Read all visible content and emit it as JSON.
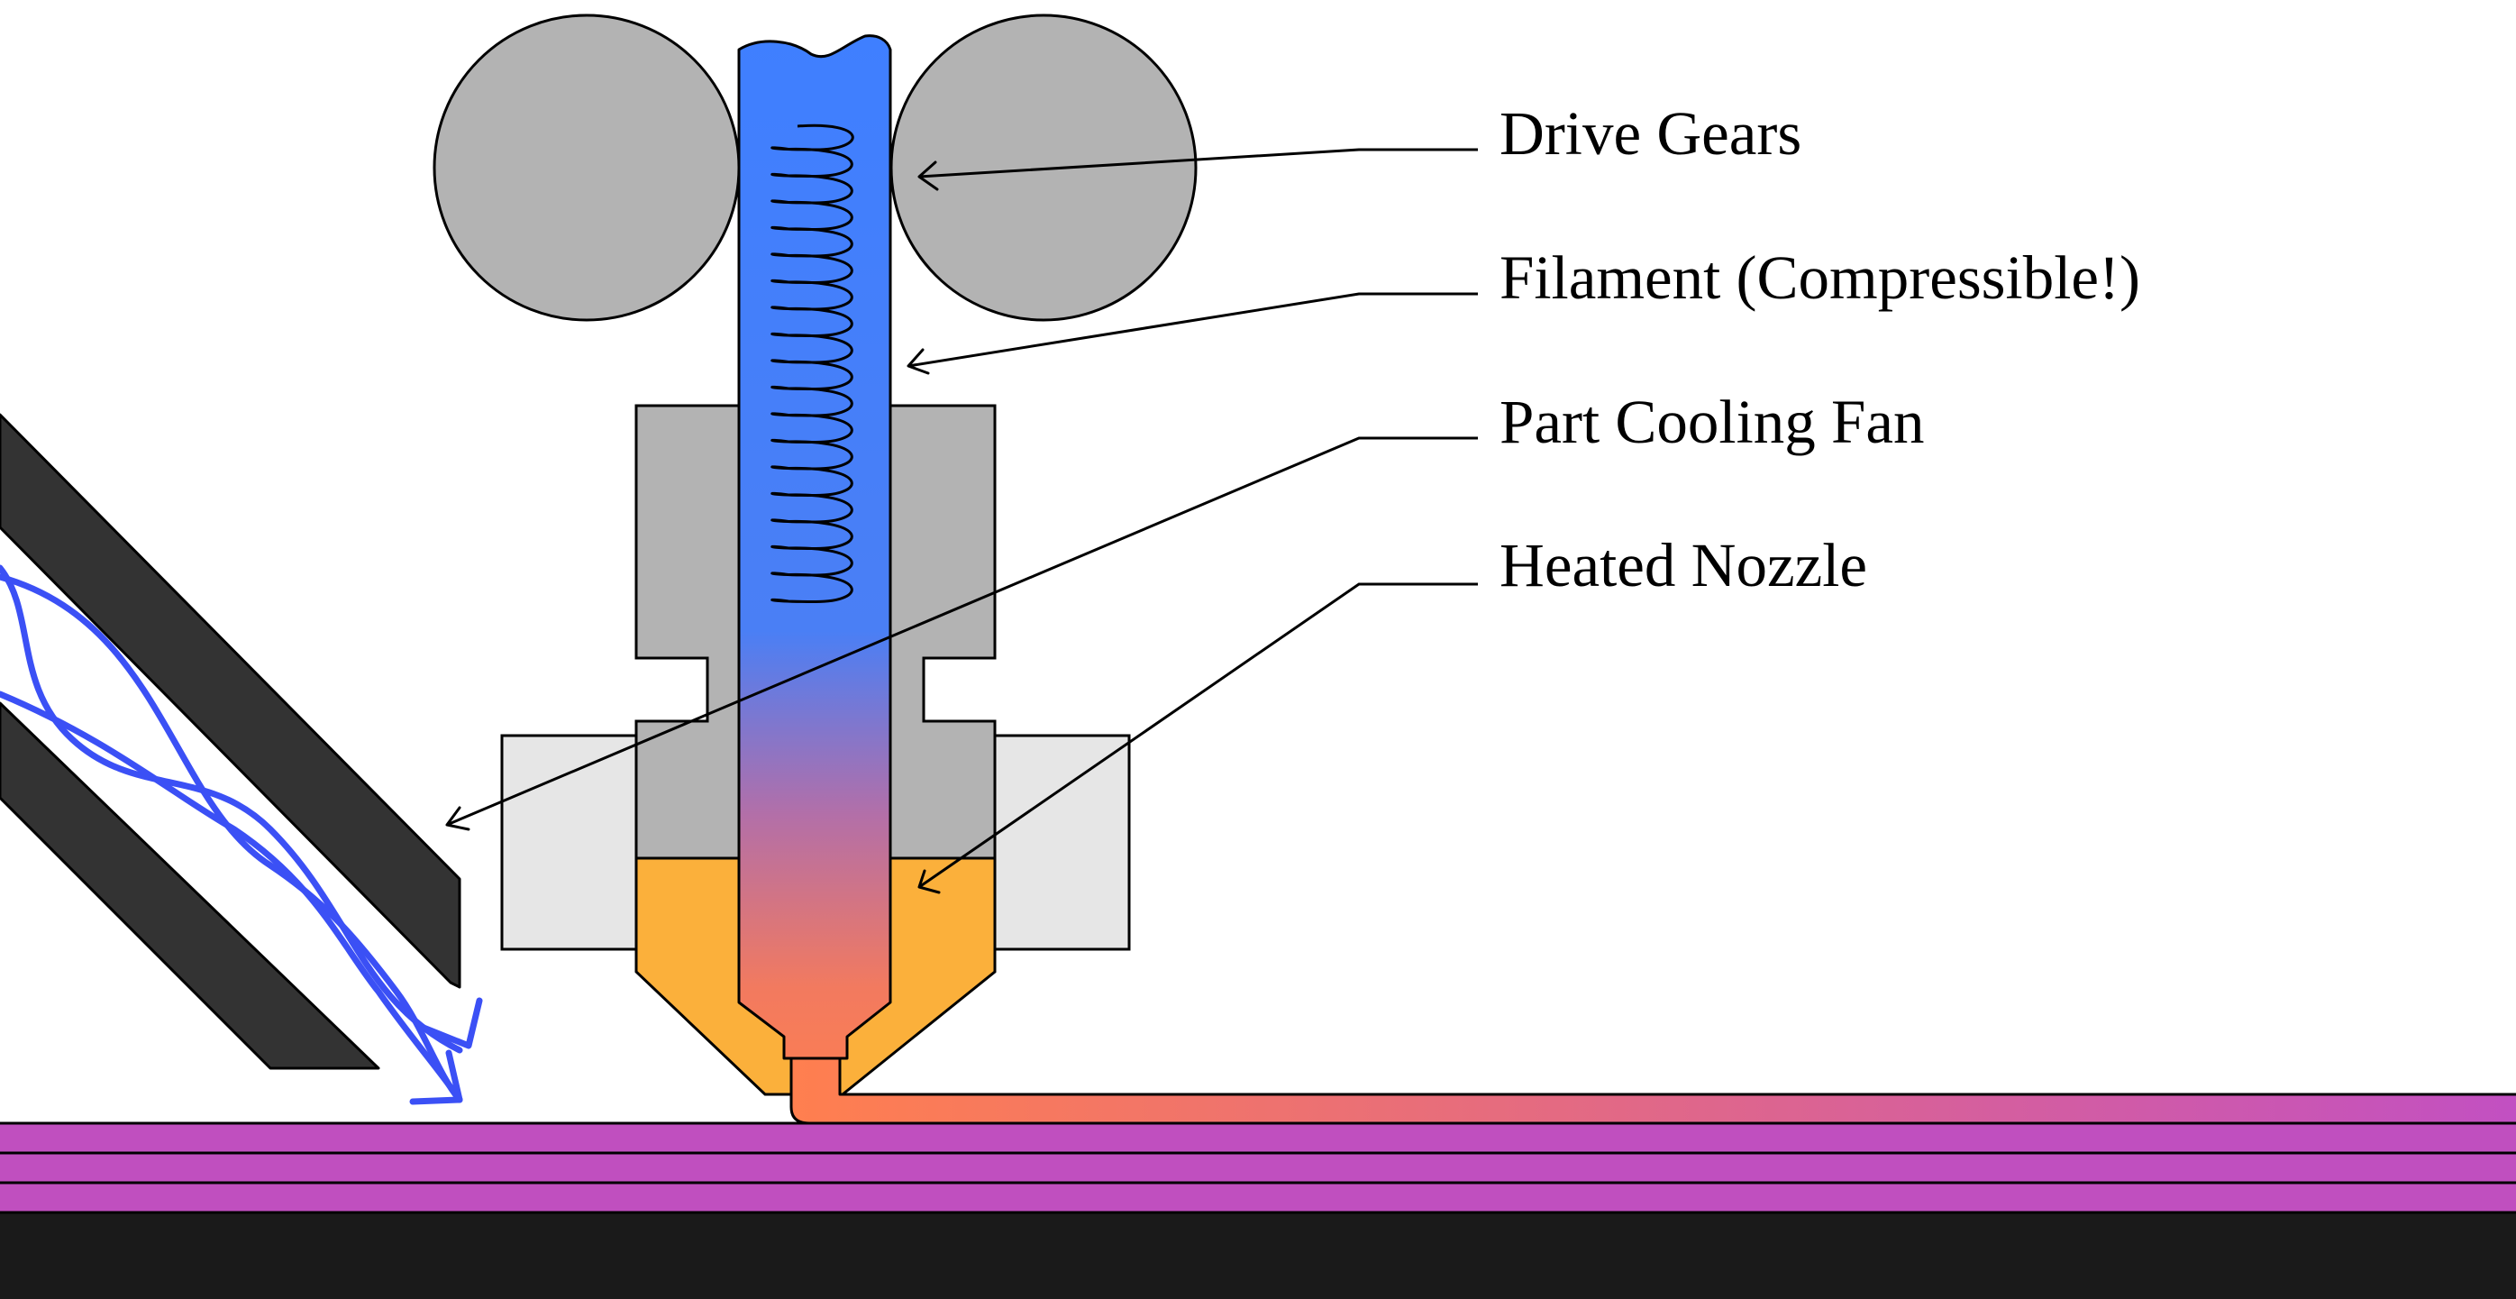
{
  "diagram": {
    "title": "Hotend extrusion cross-section",
    "labels": {
      "drive_gears": "Drive Gears",
      "filament": "Filament (Compressible!)",
      "part_cooling_fan": "Part Cooling Fan",
      "heated_nozzle": "Heated Nozzle"
    },
    "parts": {
      "drive_gears": "Drive gears",
      "filament": "Filament",
      "filament_spring": "Filament compression spring",
      "heat_sink": "Heat sink",
      "heater_block": "Heater block",
      "nozzle": "Heated nozzle",
      "extruded_bead": "Extruded molten bead",
      "printed_layers": "Printed layers",
      "build_plate": "Build plate",
      "cooling_fan_duct": "Part cooling fan duct",
      "airflow": "Cooling airflow"
    },
    "colors": {
      "gear": "#b3b3b3",
      "heatsink": "#b3b3b3",
      "heater_block": "#e6e6e6",
      "nozzle": "#fbb03b",
      "filament_cold": "#3f7fff",
      "filament_mid": "#b36fa8",
      "filament_hot": "#ff7f4f",
      "bead_end": "#c250c2",
      "layers": "#c04fbf",
      "bed": "#1a1a1a",
      "duct": "#333333",
      "airflow": "#3b50f5",
      "outline": "#000000"
    }
  }
}
